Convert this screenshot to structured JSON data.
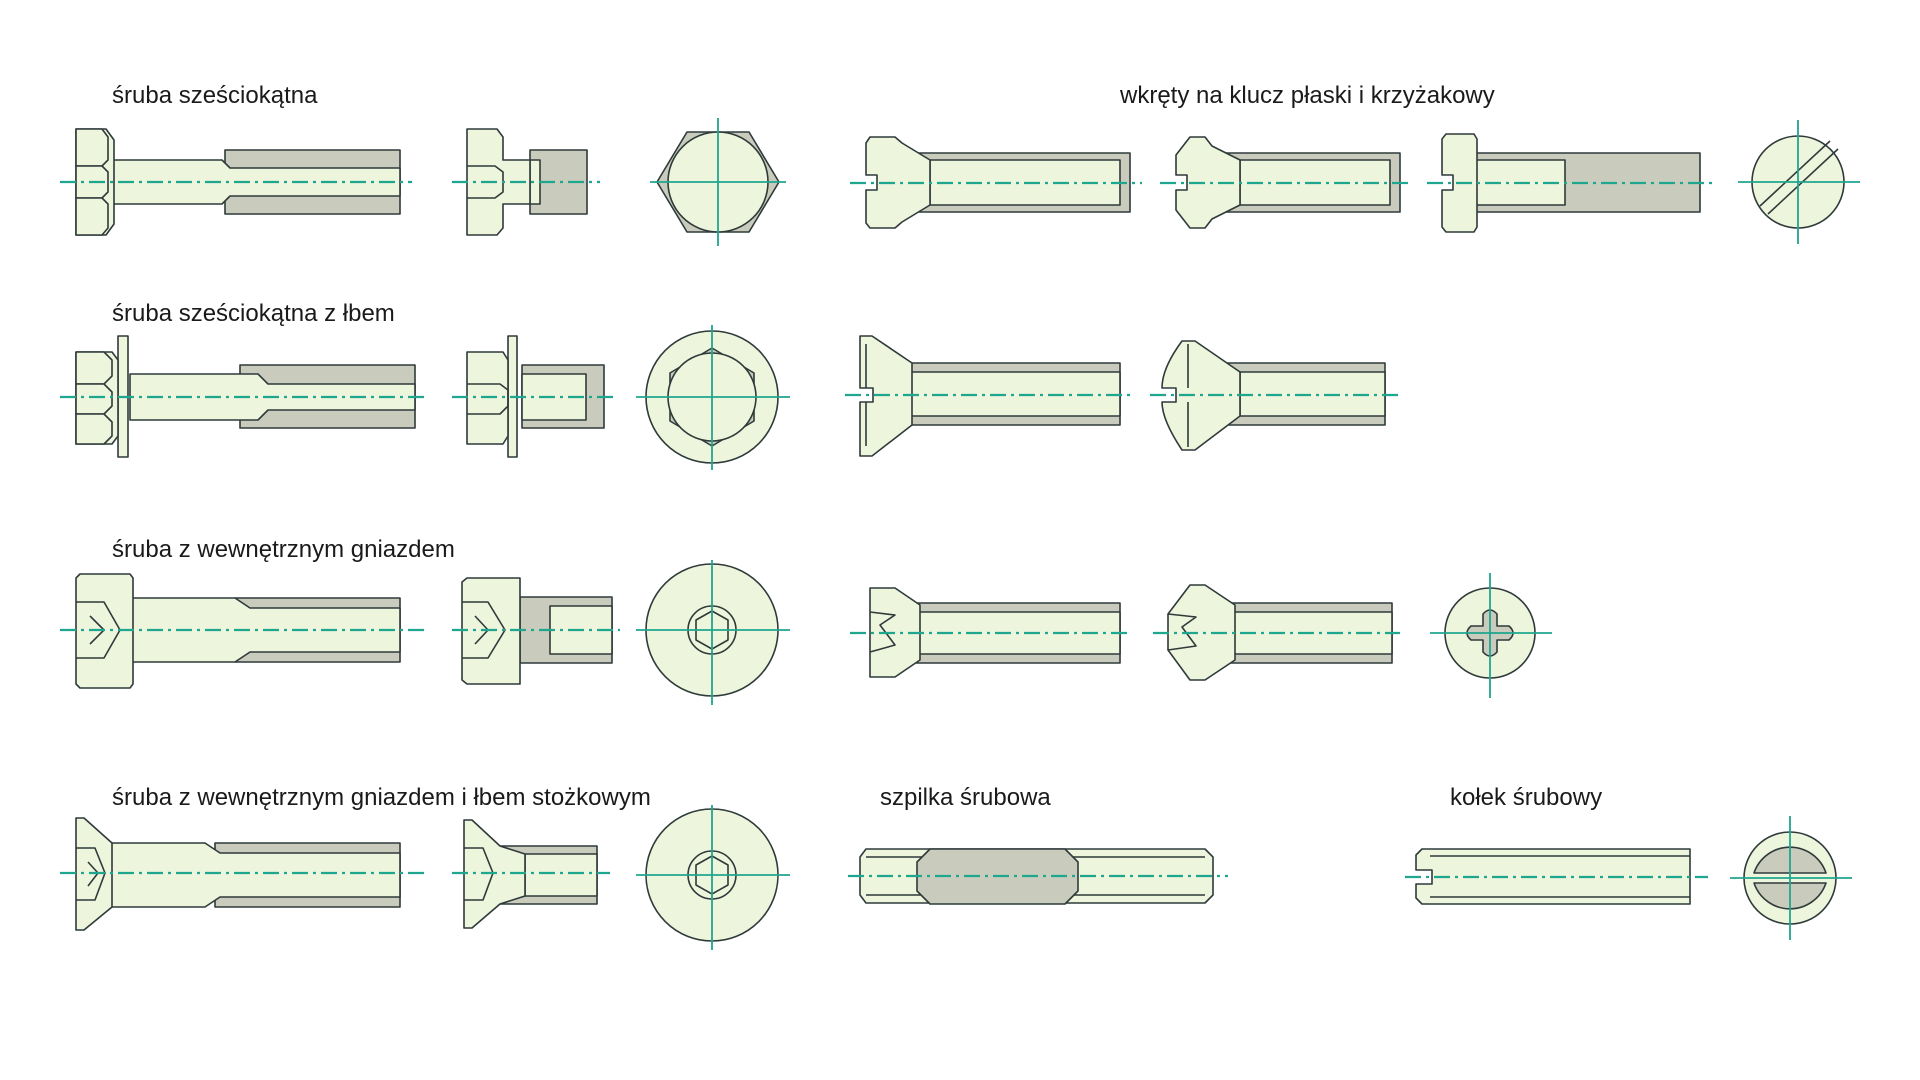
{
  "labels": {
    "hex_bolt": "śruba sześciokątna",
    "slot_cross_screws": "wkręty na klucz płaski i krzyżakowy",
    "hex_flange_bolt": "śruba sześciokątna z łbem",
    "socket_bolt": "śruba z wewnętrznym gniazdem",
    "socket_countersunk_bolt": "śruba z wewnętrznym gniazdem i łbem stożkowym",
    "stud": "szpilka śrubowa",
    "set_screw": "kołek śrubowy"
  },
  "colors": {
    "fill_light": "#eef5dd",
    "fill_dark": "#c9ccbc",
    "outline": "#2f3a3a",
    "center_line": "#1fa68e"
  }
}
